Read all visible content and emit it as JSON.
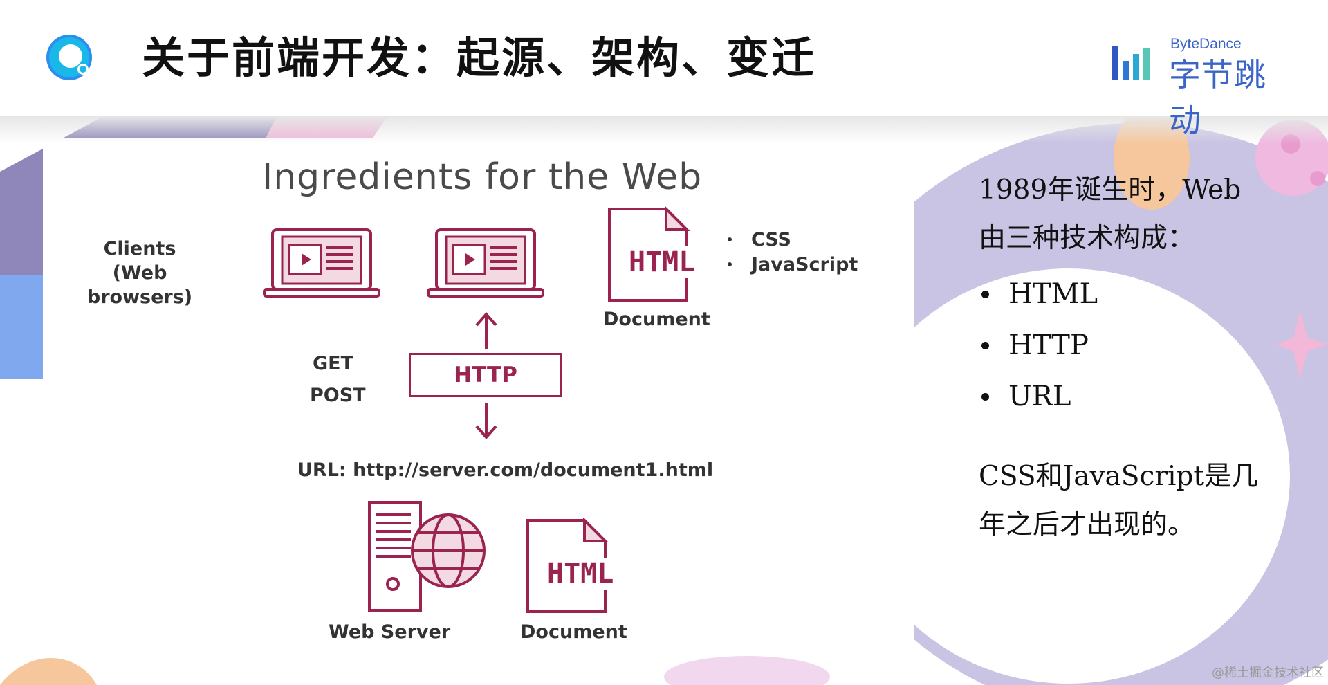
{
  "header": {
    "title": "关于前端开发：起源、架构、变迁",
    "brand_en": "ByteDance",
    "brand_zh": "字节跳动"
  },
  "diagram": {
    "title": "Ingredients for the Web",
    "clients_label_line1": "Clients",
    "clients_label_line2": "(Web browsers)",
    "html_icon_text": "HTML",
    "document_label_top": "Document",
    "bullets": [
      "CSS",
      "JavaScript"
    ],
    "get_label": "GET",
    "post_label": "POST",
    "http_label": "HTTP",
    "url_label": "URL: http://server.com/document1.html",
    "web_server_label": "Web Server",
    "document_label_bottom": "Document"
  },
  "side": {
    "intro_line1": "1989年诞生时，Web",
    "intro_line2": "由三种技术构成：",
    "items": [
      "HTML",
      "HTTP",
      "URL"
    ],
    "note_line1": "CSS和JavaScript是几",
    "note_line2": "年之后才出现的。"
  },
  "watermark": "@稀土掘金技术社区",
  "colors": {
    "accent": "#9b2350",
    "brand_blue": "#3b64c8",
    "logo_cyan": "#19b8e8"
  }
}
